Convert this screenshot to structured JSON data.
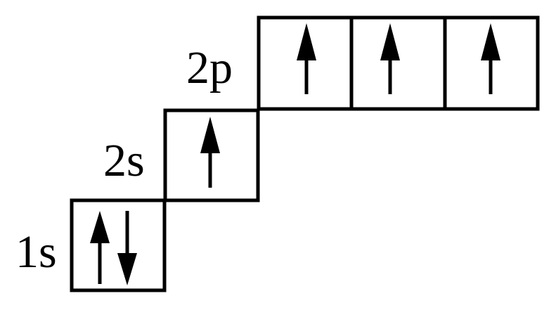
{
  "colors": {
    "stroke": "#000000",
    "background": "#ffffff"
  },
  "orbitals": [
    {
      "label": "1s",
      "electrons": [
        "up",
        "down"
      ]
    },
    {
      "label": "2s",
      "electrons": [
        "up"
      ]
    },
    {
      "label": "2p",
      "electrons": [
        [
          "up"
        ],
        [
          "up"
        ],
        [
          "up"
        ]
      ]
    }
  ]
}
